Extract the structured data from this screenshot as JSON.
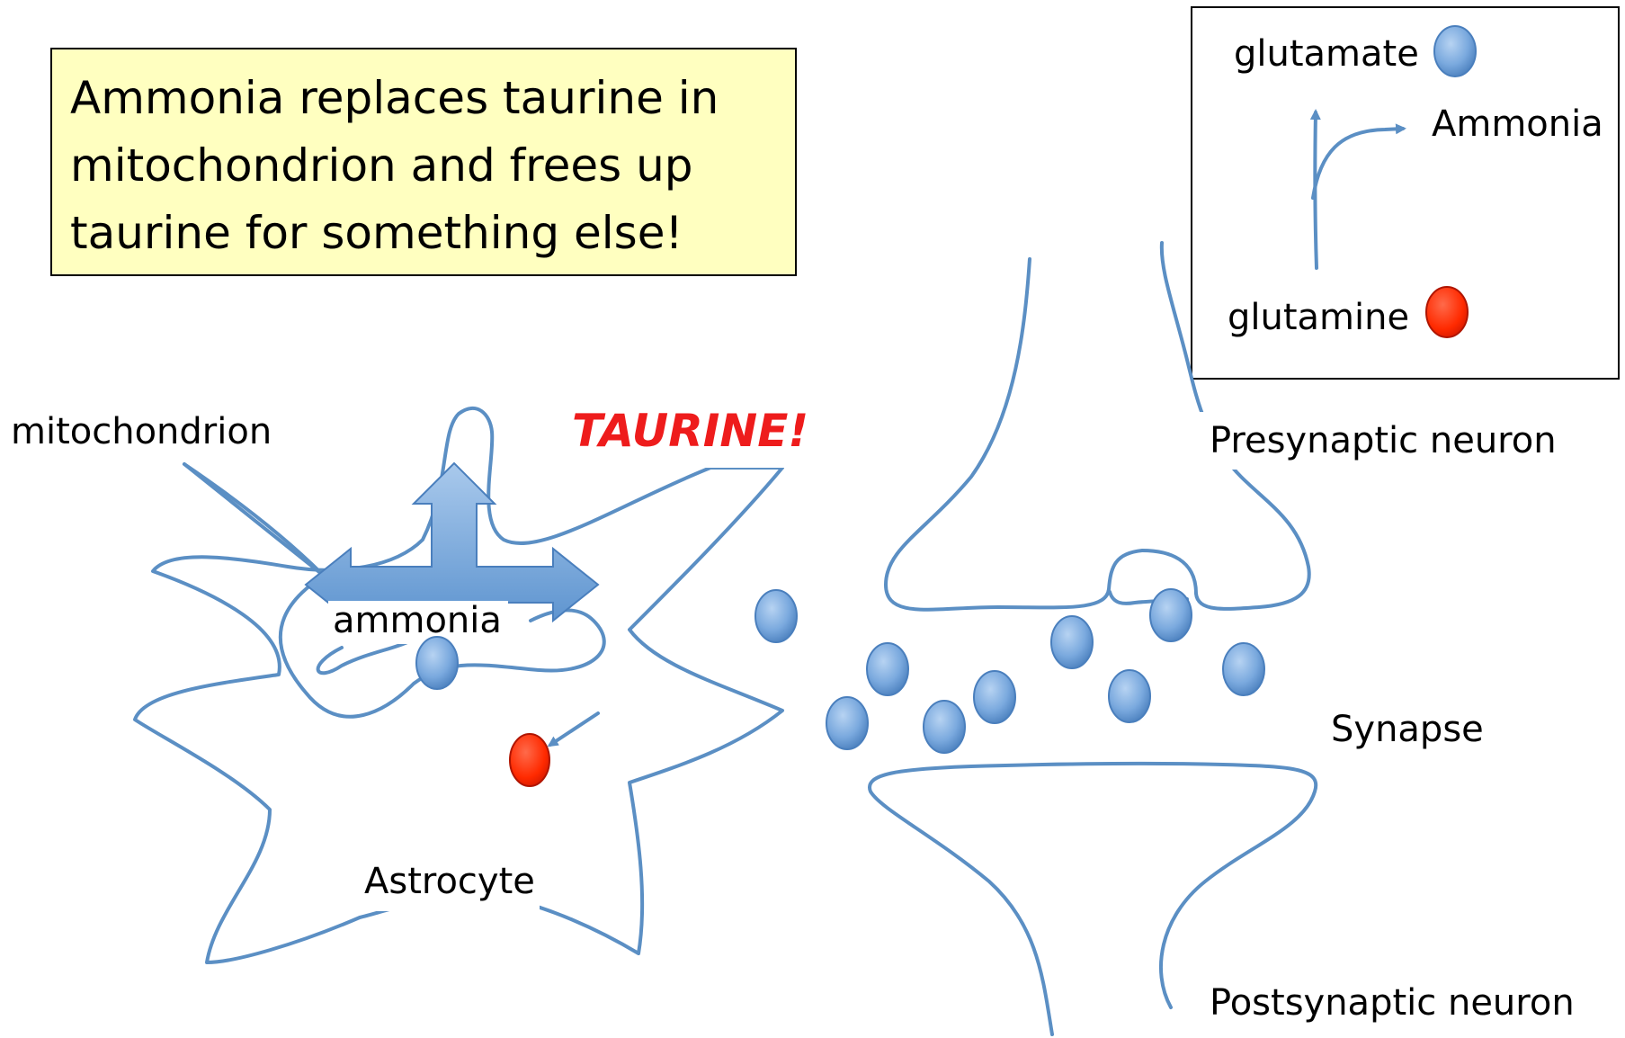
{
  "callout": {
    "lines": [
      "Ammonia replaces taurine in",
      "mitochondrion and frees up",
      "taurine for something else!"
    ]
  },
  "labels": {
    "mitochondrion": "mitochondrion",
    "taurine": "TAURINE!",
    "ammonia": "ammonia",
    "astrocyte": "Astrocyte",
    "presynaptic": "Presynaptic neuron",
    "synapse": "Synapse",
    "postsynaptic": "Postsynaptic neuron"
  },
  "legend": {
    "glutamate": "glutamate",
    "ammonia": "Ammonia",
    "glutamine": "glutamine"
  },
  "colors": {
    "callout_bg": "#ffffc0",
    "cell_outline": "#5b8fc4",
    "glutamate": "#5f97d6",
    "glutamine": "#ff2200",
    "arrow": "#5b8fc4",
    "taurine_text": "#ee1c1c"
  }
}
